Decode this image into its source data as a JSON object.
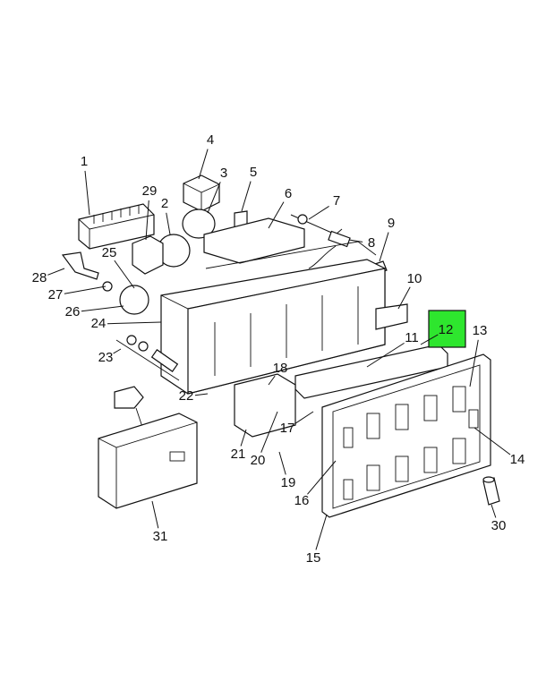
{
  "diagram": {
    "highlight_color": "#2ee62e",
    "callouts": [
      "1",
      "2",
      "3",
      "4",
      "5",
      "6",
      "7",
      "8",
      "9",
      "10",
      "11",
      "12",
      "13",
      "14",
      "15",
      "16",
      "17",
      "18",
      "19",
      "20",
      "21",
      "22",
      "23",
      "24",
      "25",
      "26",
      "27",
      "28",
      "29",
      "30",
      "31"
    ],
    "highlighted": "12"
  }
}
